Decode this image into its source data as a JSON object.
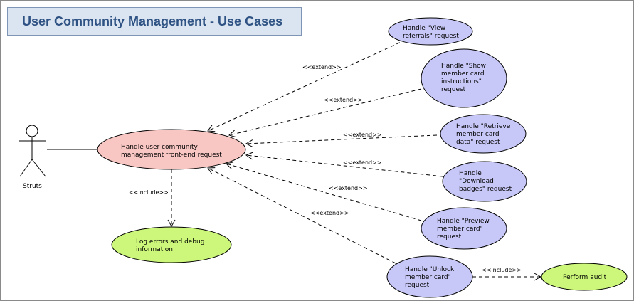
{
  "diagram": {
    "title": "User Community Management - Use Cases",
    "actor": {
      "name": "Struts"
    },
    "use_cases": {
      "main": [
        "Handle user community",
        "management front-end request"
      ],
      "view_referrals": [
        "Handle \"View",
        "referrals\" request"
      ],
      "show_instructions": [
        "Handle \"Show",
        "member card",
        "instructions\"",
        "request"
      ],
      "retrieve_data": [
        "Handle \"Retrieve",
        "member card",
        "data\" request"
      ],
      "download_badges": [
        "Handle",
        "\"Download",
        "badges\" request"
      ],
      "preview_card": [
        "Handle \"Preview",
        "member card\"",
        "request"
      ],
      "unlock_card": [
        "Handle \"Unlock",
        "member card\"",
        "request"
      ],
      "log_errors": [
        "Log errors and debug",
        "information"
      ],
      "perform_audit": [
        "Perform audit"
      ]
    },
    "relations": {
      "extend_label": "<<extend>>",
      "include_label": "<<include>>"
    },
    "colors": {
      "main_fill": "#f9c7c3",
      "extension_fill": "#c8c8f8",
      "include_fill": "#ccf77a",
      "title_fill": "#dbe5f1",
      "title_text": "#2e5283"
    }
  }
}
